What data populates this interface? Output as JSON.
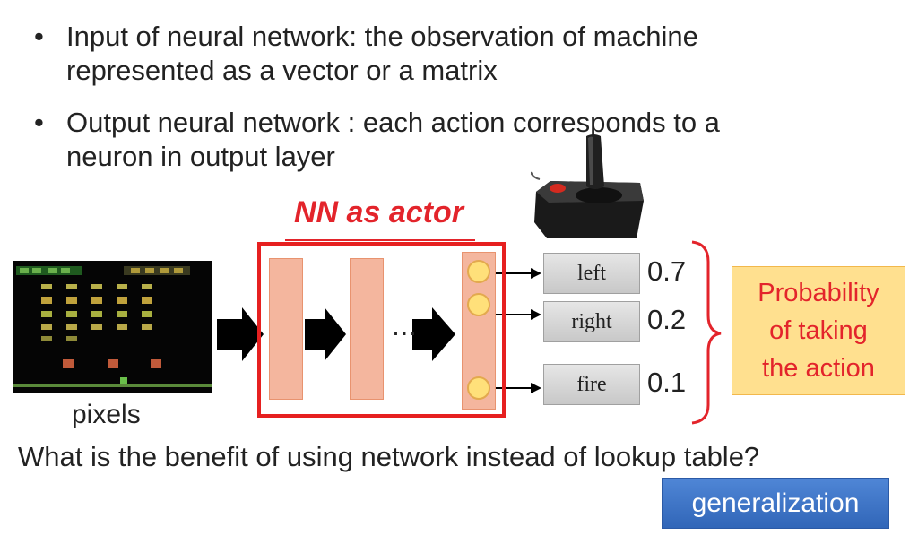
{
  "bullets": [
    {
      "line1": "Input of neural network: the observation of machine",
      "line2": "represented as a vector or a matrix"
    },
    {
      "line1": "Output neural network : each action corresponds to a",
      "line2": "neuron in output layer"
    }
  ],
  "diagram": {
    "title": "NN as actor",
    "ellipsis": "…",
    "input_label": "pixels",
    "actions": [
      {
        "label": "left",
        "probability": "0.7"
      },
      {
        "label": "right",
        "probability": "0.2"
      },
      {
        "label": "fire",
        "probability": "0.1"
      }
    ],
    "probability_note": [
      "Probability",
      "of taking",
      "the action"
    ]
  },
  "question": "What is the benefit of using network instead of lookup table?",
  "answer_button": "generalization",
  "colors": {
    "accent_red": "#e3242b",
    "layer_fill": "#f4b69e",
    "neuron_fill": "#ffe07a",
    "note_fill": "#ffe08f",
    "button_blue": "#3f76c9"
  },
  "icons": [
    "joystick-icon",
    "game-screenshot"
  ]
}
